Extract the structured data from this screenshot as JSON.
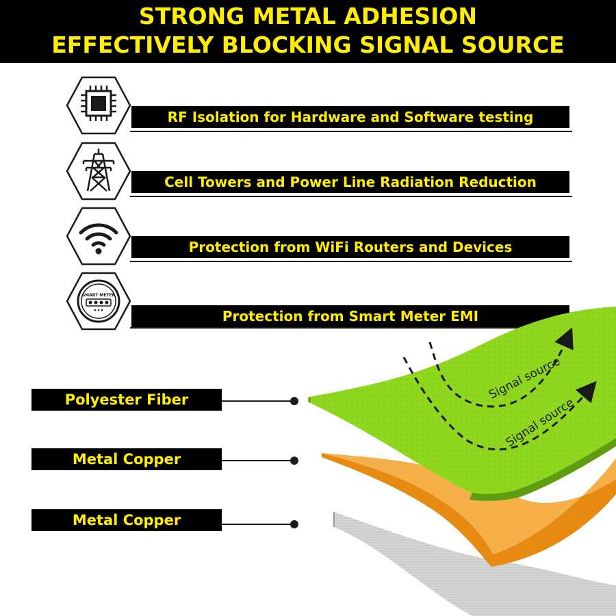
{
  "banner": {
    "line1": "STRONG METAL ADHESION",
    "line2": "EFFECTIVELY BLOCKING SIGNAL SOURCE"
  },
  "features": [
    {
      "label": "RF Isolation for Hardware and Software testing",
      "icon": "chip-icon"
    },
    {
      "label": "Cell Towers and Power Line Radiation Reduction",
      "icon": "power-tower-icon"
    },
    {
      "label": "Protection from WiFi Routers and Devices",
      "icon": "wifi-icon"
    },
    {
      "label": "Protection from Smart Meter EMI",
      "icon": "smart-meter-icon",
      "icon_text": "SMART METER"
    }
  ],
  "layers": [
    {
      "label": "Polyester Fiber",
      "color": "#8fd61e"
    },
    {
      "label": "Metal Copper",
      "color": "#f2a23a"
    },
    {
      "label": "Metal Copper",
      "color": "#d6d6d6"
    }
  ],
  "signals": [
    {
      "label": "Signal source"
    },
    {
      "label": "Signal source"
    }
  ],
  "colors": {
    "accent": "#ffee00",
    "banner_bg": "#000000"
  }
}
